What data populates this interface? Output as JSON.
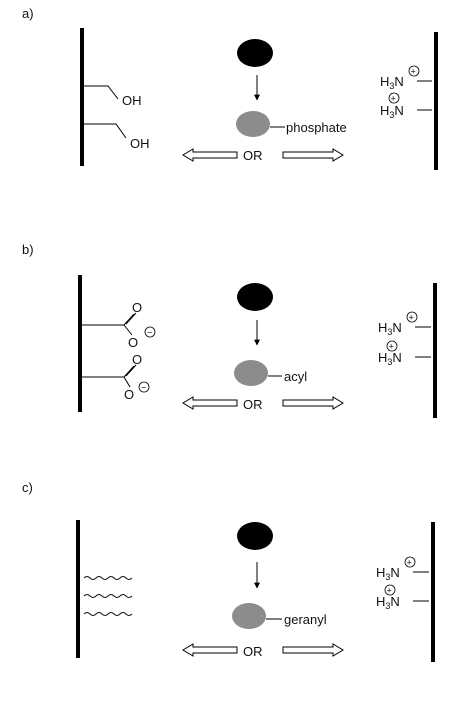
{
  "panels": [
    {
      "label": "a)",
      "left_groups": [
        "OH",
        "OH"
      ],
      "product_label": "phosphate",
      "or_label": "OR",
      "amine": {
        "h": "H",
        "sub": "3",
        "n": "N",
        "charge": "+"
      }
    },
    {
      "label": "b)",
      "left_groups": [
        "O",
        "O",
        "O",
        "O"
      ],
      "left_charge": "−",
      "product_label": "acyl",
      "or_label": "OR",
      "amine": {
        "h": "H",
        "sub": "3",
        "n": "N",
        "charge": "+"
      }
    },
    {
      "label": "c)",
      "product_label": "geranyl",
      "or_label": "OR",
      "amine": {
        "h": "H",
        "sub": "3",
        "n": "N",
        "charge": "+"
      }
    }
  ],
  "colors": {
    "wall": "#000000",
    "enzyme": "#000000",
    "modified_protein": "#8c8c8c",
    "background": "#ffffff"
  }
}
